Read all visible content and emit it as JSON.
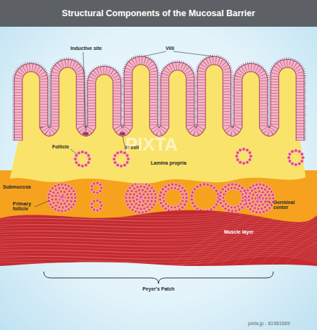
{
  "diagram": {
    "title": "Structural Components of the Mucosal Barrier",
    "nodes": [
      {
        "text": [
          "Lamina propria"
        ]
      },
      {
        "text": [
          "Submucosa"
        ]
      },
      {
        "text": [
          "Muscle layer"
        ]
      }
    ],
    "labels": [
      "Inductive site",
      "Villi",
      "Follicle",
      "M cell",
      "Primary follicle",
      "Germinal center",
      "Peyer's Patch",
      "PIXTA",
      "pixta.jp - 61981689"
    ]
  }
}
